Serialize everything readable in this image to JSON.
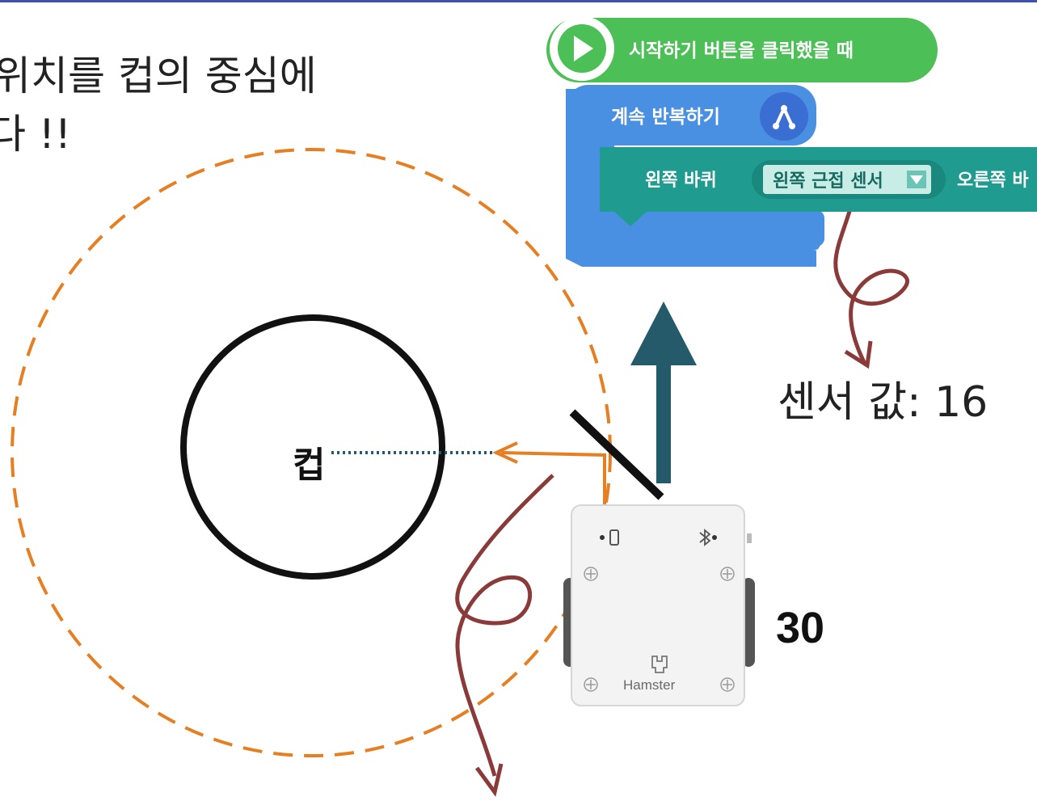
{
  "heading": {
    "line1": "위치를 컵의 중심에",
    "line2": "다 !!"
  },
  "blocks": {
    "hat_label": "시작하기 버튼을 클릭했을 때",
    "loop_label": "계속 반복하기",
    "wheel_left_label": "왼쪽 바퀴",
    "dropdown_value": "왼쪽 근접 센서",
    "wheel_right_label": "오른쪽 바"
  },
  "cup_label": "컵",
  "sensor_value_label": "센서 값: 16",
  "distance_value": "30",
  "robot": {
    "brand": "Hamster"
  },
  "colors": {
    "hat_green": "#4cbf56",
    "loop_blue": "#4a90e2",
    "wheel_teal": "#1f9c8f",
    "dashed_orange": "#e67e22",
    "arrow_teal": "#245a6a",
    "curve_red": "#8b3a3a"
  }
}
